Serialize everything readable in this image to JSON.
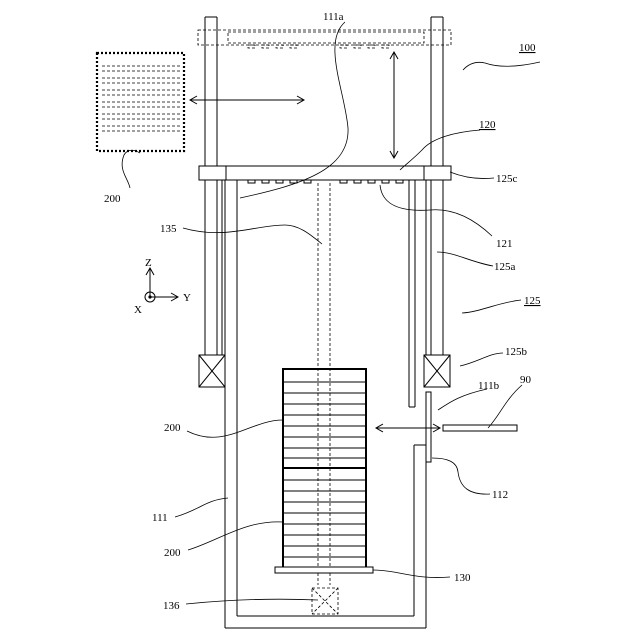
{
  "labels": {
    "ref_100": "100",
    "ref_111a": "111a",
    "ref_120": "120",
    "ref_125c": "125c",
    "ref_135": "135",
    "ref_121": "121",
    "ref_125a": "125a",
    "ref_125": "125",
    "ref_200_top": "200",
    "ref_200_mid": "200",
    "ref_200_low": "200",
    "ref_125b": "125b",
    "ref_111b": "111b",
    "ref_90": "90",
    "ref_112": "112",
    "ref_111": "111",
    "ref_130": "130",
    "ref_136": "136"
  },
  "axes": {
    "z": "Z",
    "y": "Y",
    "x": "X"
  }
}
